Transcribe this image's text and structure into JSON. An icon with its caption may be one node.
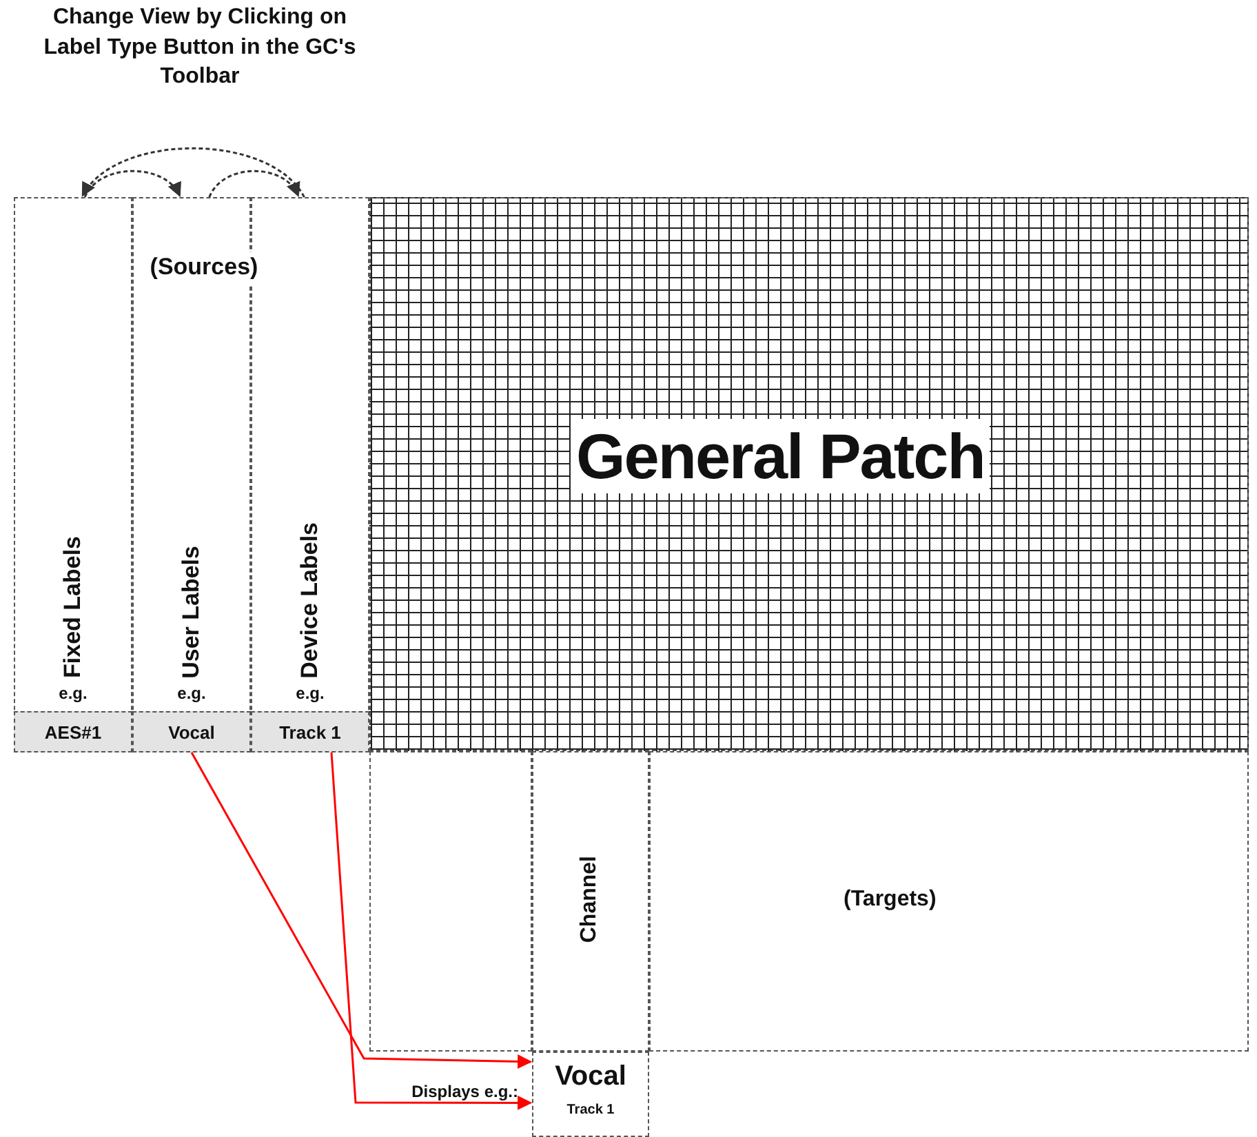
{
  "diagram": {
    "nodes": [
      {
        "text": [
          "Fixed Labels",
          "e.g."
        ]
      },
      {
        "text": [
          "User Labels",
          "e.g."
        ]
      },
      {
        "text": [
          "Device Labels",
          "e.g."
        ]
      },
      {
        "text": [
          "AES#1"
        ],
        "in": 0
      },
      {
        "text": [
          "Vocal"
        ],
        "in": 1
      },
      {
        "text": [
          "Track 1"
        ],
        "in": 2
      },
      {
        "text": [
          "General Patch"
        ]
      },
      {
        "text": [],
        "shape": "box"
      },
      {
        "text": [
          "Channel"
        ]
      },
      {
        "text": [
          "(Targets)"
        ]
      },
      {
        "text": [
          "Vocal",
          "Track 1"
        ],
        "beside": [
          "Displays e.g.:"
        ]
      }
    ],
    "edges": [
      {
        "from": 0,
        "to": 1,
        "arrow": "to",
        "style": "dashed"
      },
      {
        "from": 1,
        "to": 2,
        "arrow": "to",
        "style": "dashed"
      },
      {
        "from": 2,
        "to": 0,
        "arrow": "to",
        "style": "dashed"
      },
      {
        "from": 4,
        "to": 10,
        "arrow": "to",
        "color": "#ff0000"
      },
      {
        "from": 5,
        "to": 10,
        "arrow": "to",
        "color": "#ff0000"
      }
    ],
    "labels": [
      "Change View by Clicking on Label Type Button in the GC's Toolbar",
      "(Sources)"
    ]
  }
}
